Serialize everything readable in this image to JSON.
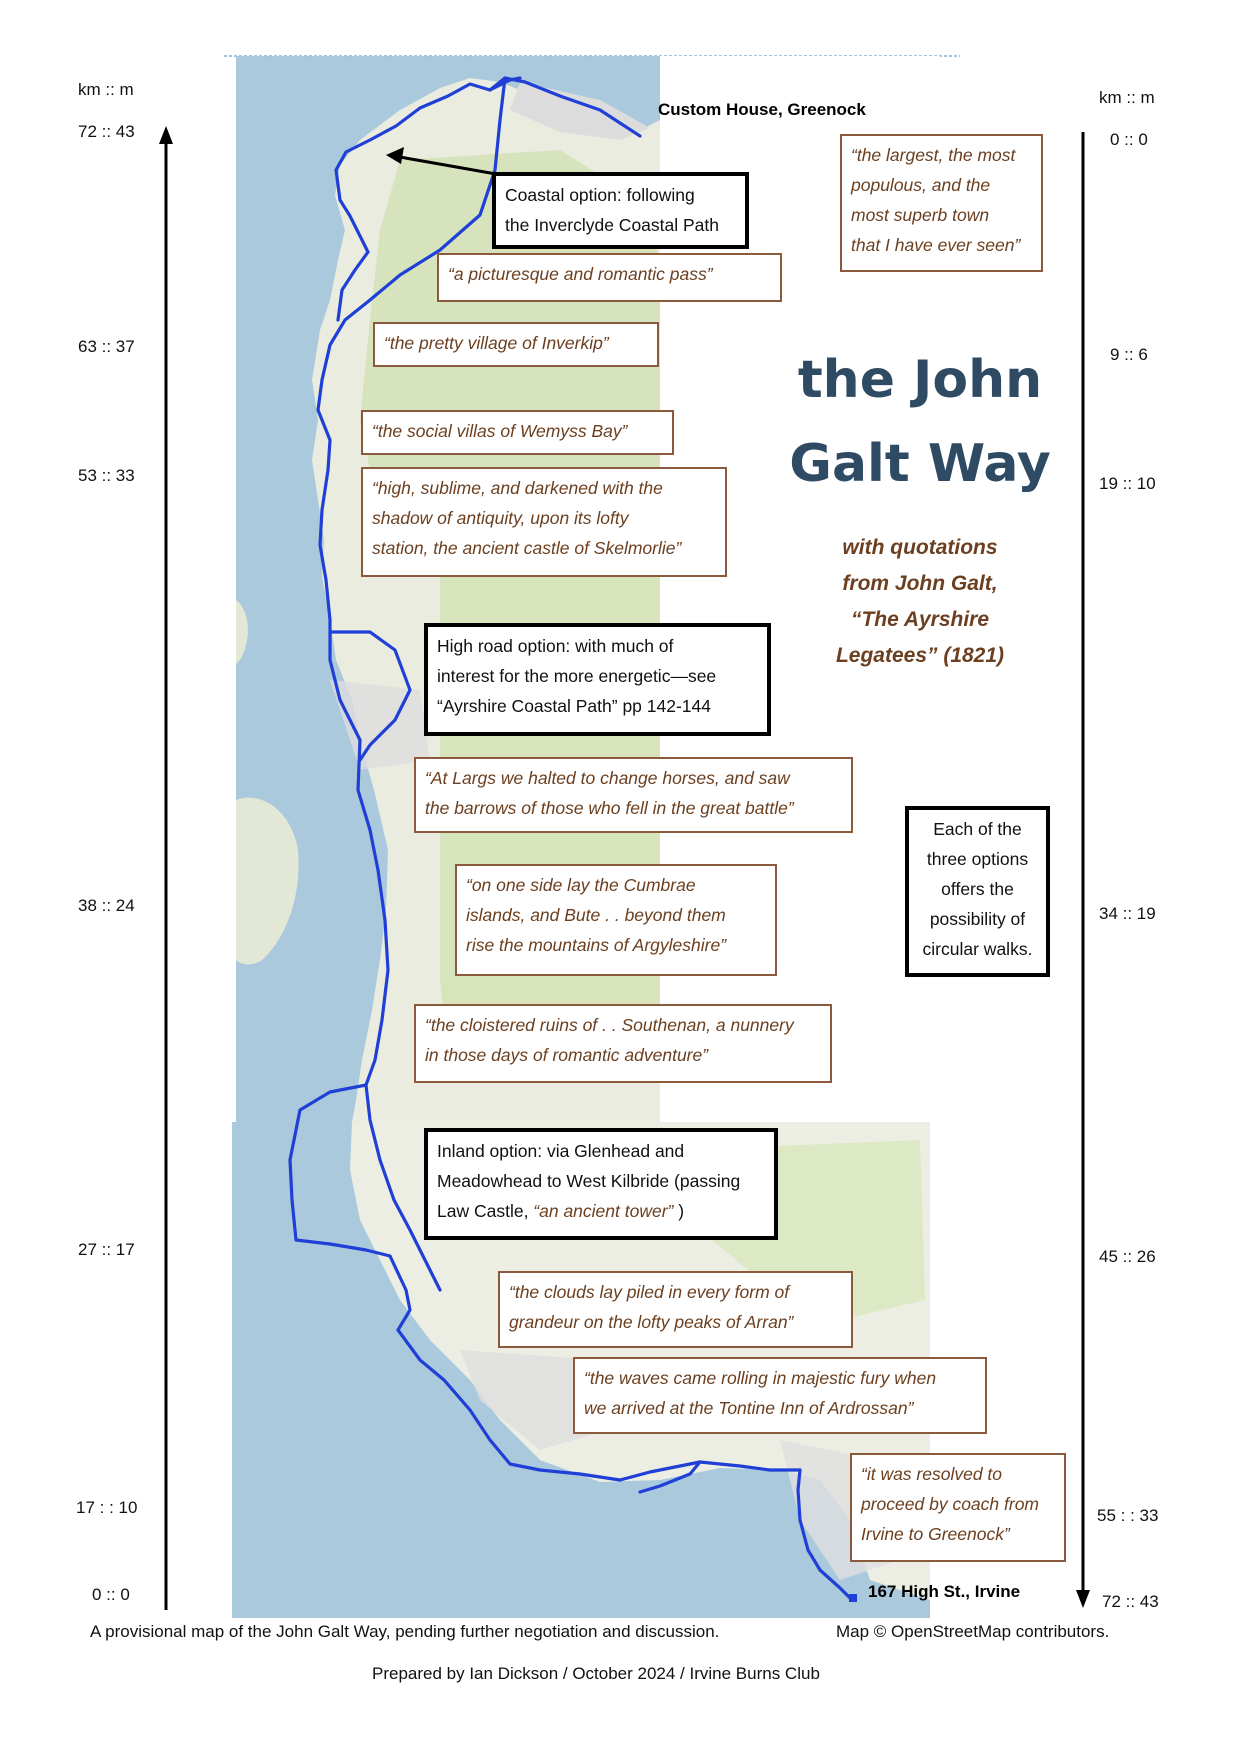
{
  "title_line1": "the John",
  "title_line2": "Galt Way",
  "subtitle_lines": [
    "with quotations",
    "from John Galt,",
    "“The Ayrshire",
    "Legatees” (1821)"
  ],
  "start_place": "Custom House, Greenock",
  "end_place": "167 High St., Irvine",
  "left_scale": {
    "header": "km :: m",
    "marks": [
      "72 :: 43",
      "63 :: 37",
      "53 :: 33",
      "38 :: 24",
      "27 :: 17",
      "17 : : 10",
      "0 :: 0"
    ]
  },
  "right_scale": {
    "header": "km :: m",
    "marks": [
      "0 :: 0",
      "9 :: 6",
      "19 :: 10",
      "34 :: 19",
      "45 :: 26",
      "55 : : 33",
      "72 :: 43"
    ]
  },
  "quotes": [
    {
      "lines": [
        "“the largest, the most",
        "populous, and the",
        "most superb town",
        "that I have ever seen”"
      ]
    },
    {
      "lines": [
        "“a picturesque and romantic pass”"
      ]
    },
    {
      "lines": [
        "“the pretty village of Inverkip”"
      ]
    },
    {
      "lines": [
        "“the social villas of Wemyss Bay”"
      ]
    },
    {
      "lines": [
        "“high, sublime, and darkened with the",
        "shadow of antiquity, upon its lofty",
        "station, the ancient castle of Skelmorlie”"
      ]
    },
    {
      "lines": [
        "“At Largs we halted to change horses, and saw",
        "the barrows of those who fell in the great battle”"
      ]
    },
    {
      "lines": [
        "“on one side lay the Cumbrae",
        "islands, and Bute . . beyond them",
        "rise the mountains of Argyleshire”"
      ]
    },
    {
      "lines": [
        "“the cloistered ruins of . . Southenan, a nunnery",
        "in those days of romantic adventure”"
      ]
    },
    {
      "lines": [
        "“the clouds lay piled in every form of",
        "grandeur on the lofty peaks of Arran”"
      ]
    },
    {
      "lines": [
        "“the waves came rolling in majestic fury when",
        "we arrived at the Tontine Inn of Ardrossan”"
      ]
    },
    {
      "lines": [
        "“it was resolved to",
        "proceed by coach from",
        "Irvine to Greenock”"
      ]
    }
  ],
  "notes": {
    "coastal": {
      "lines": [
        "Coastal option: following",
        "the Inverclyde Coastal Path"
      ]
    },
    "high_road": {
      "lines": [
        "High road option: with much of",
        "interest for the more energetic—see",
        "“Ayrshire Coastal Path” pp 142-144"
      ]
    },
    "inland": {
      "lines": [
        "Inland option: via Glenhead and",
        "Meadowhead to West Kilbride (passing"
      ],
      "last_prefix": "Law Castle, ",
      "last_quote": "“an ancient tower”",
      "last_suffix": " )"
    },
    "circular": {
      "lines": [
        "Each of the",
        "three options",
        "offers the",
        "possibility of",
        "circular walks."
      ]
    }
  },
  "footer": {
    "line1": "A provisional map of the John Galt Way, pending  further negotiation and discussion.",
    "credit": "Map © OpenStreetMap contributors.",
    "line2": "Prepared by Ian Dickson / October 2024 / Irvine Burns Club"
  },
  "colors": {
    "route": "#1f3fd6",
    "sea": "#aac9dc",
    "land": "#e9ecdf",
    "green": "#cfe0b2",
    "quote_border": "#8b5a3c",
    "quote_text": "#6b3f1f",
    "title": "#2f4b64"
  }
}
